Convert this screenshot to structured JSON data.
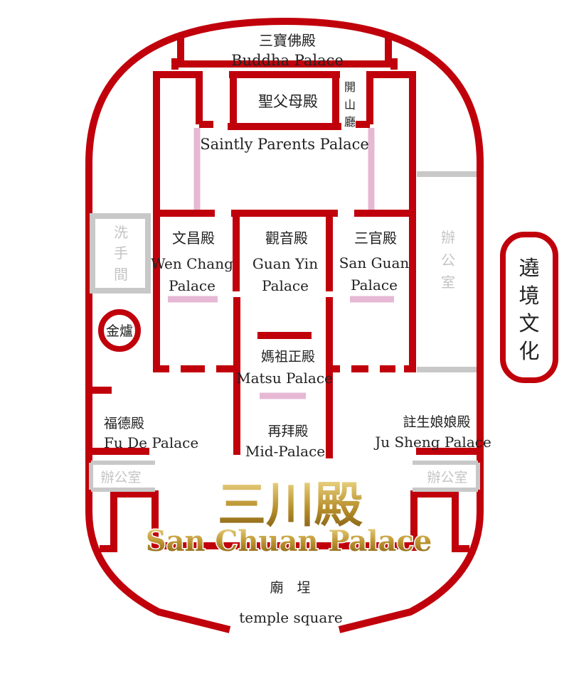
{
  "colors": {
    "wall": "#c0000b",
    "pink": "#e6b8d4",
    "grey": "#c8c8c8",
    "gold_light": "#e3c46c",
    "gold_dark": "#8e6a18"
  },
  "halls": {
    "buddha": {
      "zh": "三寶佛殿",
      "en": "Buddha Palace"
    },
    "saintly_parents": {
      "zh": "聖父母殿",
      "en": "Saintly Parents Palace"
    },
    "founder_hall": {
      "zh1": "開",
      "zh2": "山",
      "zh3": "廳"
    },
    "wen_chang": {
      "zh": "文昌殿",
      "en1": "Wen Chang",
      "en2": "Palace"
    },
    "guan_yin": {
      "zh": "觀音殿",
      "en1": "Guan Yin",
      "en2": "Palace"
    },
    "san_guan": {
      "zh": "三官殿",
      "en1": "San Guan",
      "en2": "Palace"
    },
    "matsu": {
      "zh": "媽祖正殿",
      "en": "Matsu Palace"
    },
    "fu_de": {
      "zh": "福德殿",
      "en": "Fu De Palace"
    },
    "mid": {
      "zh": "再拜殿",
      "en": "Mid-Palace"
    },
    "ju_sheng": {
      "zh": "註生娘娘殿",
      "en": "Ju Sheng Palace"
    },
    "temple_square": {
      "zh": "廟　埕",
      "en": "temple square"
    }
  },
  "facilities": {
    "restroom": {
      "c1": "洗",
      "c2": "手",
      "c3": "間"
    },
    "incense_burner": "金爐",
    "office_right": {
      "c1": "辦",
      "c2": "公",
      "c3": "室"
    },
    "office_lower_left": "辦公室",
    "office_lower_right": "辦公室"
  },
  "title": {
    "zh": "三川殿",
    "en": "San Chuan Palace"
  },
  "side_badge": {
    "c1": "遶",
    "c2": "境",
    "c3": "文",
    "c4": "化"
  }
}
